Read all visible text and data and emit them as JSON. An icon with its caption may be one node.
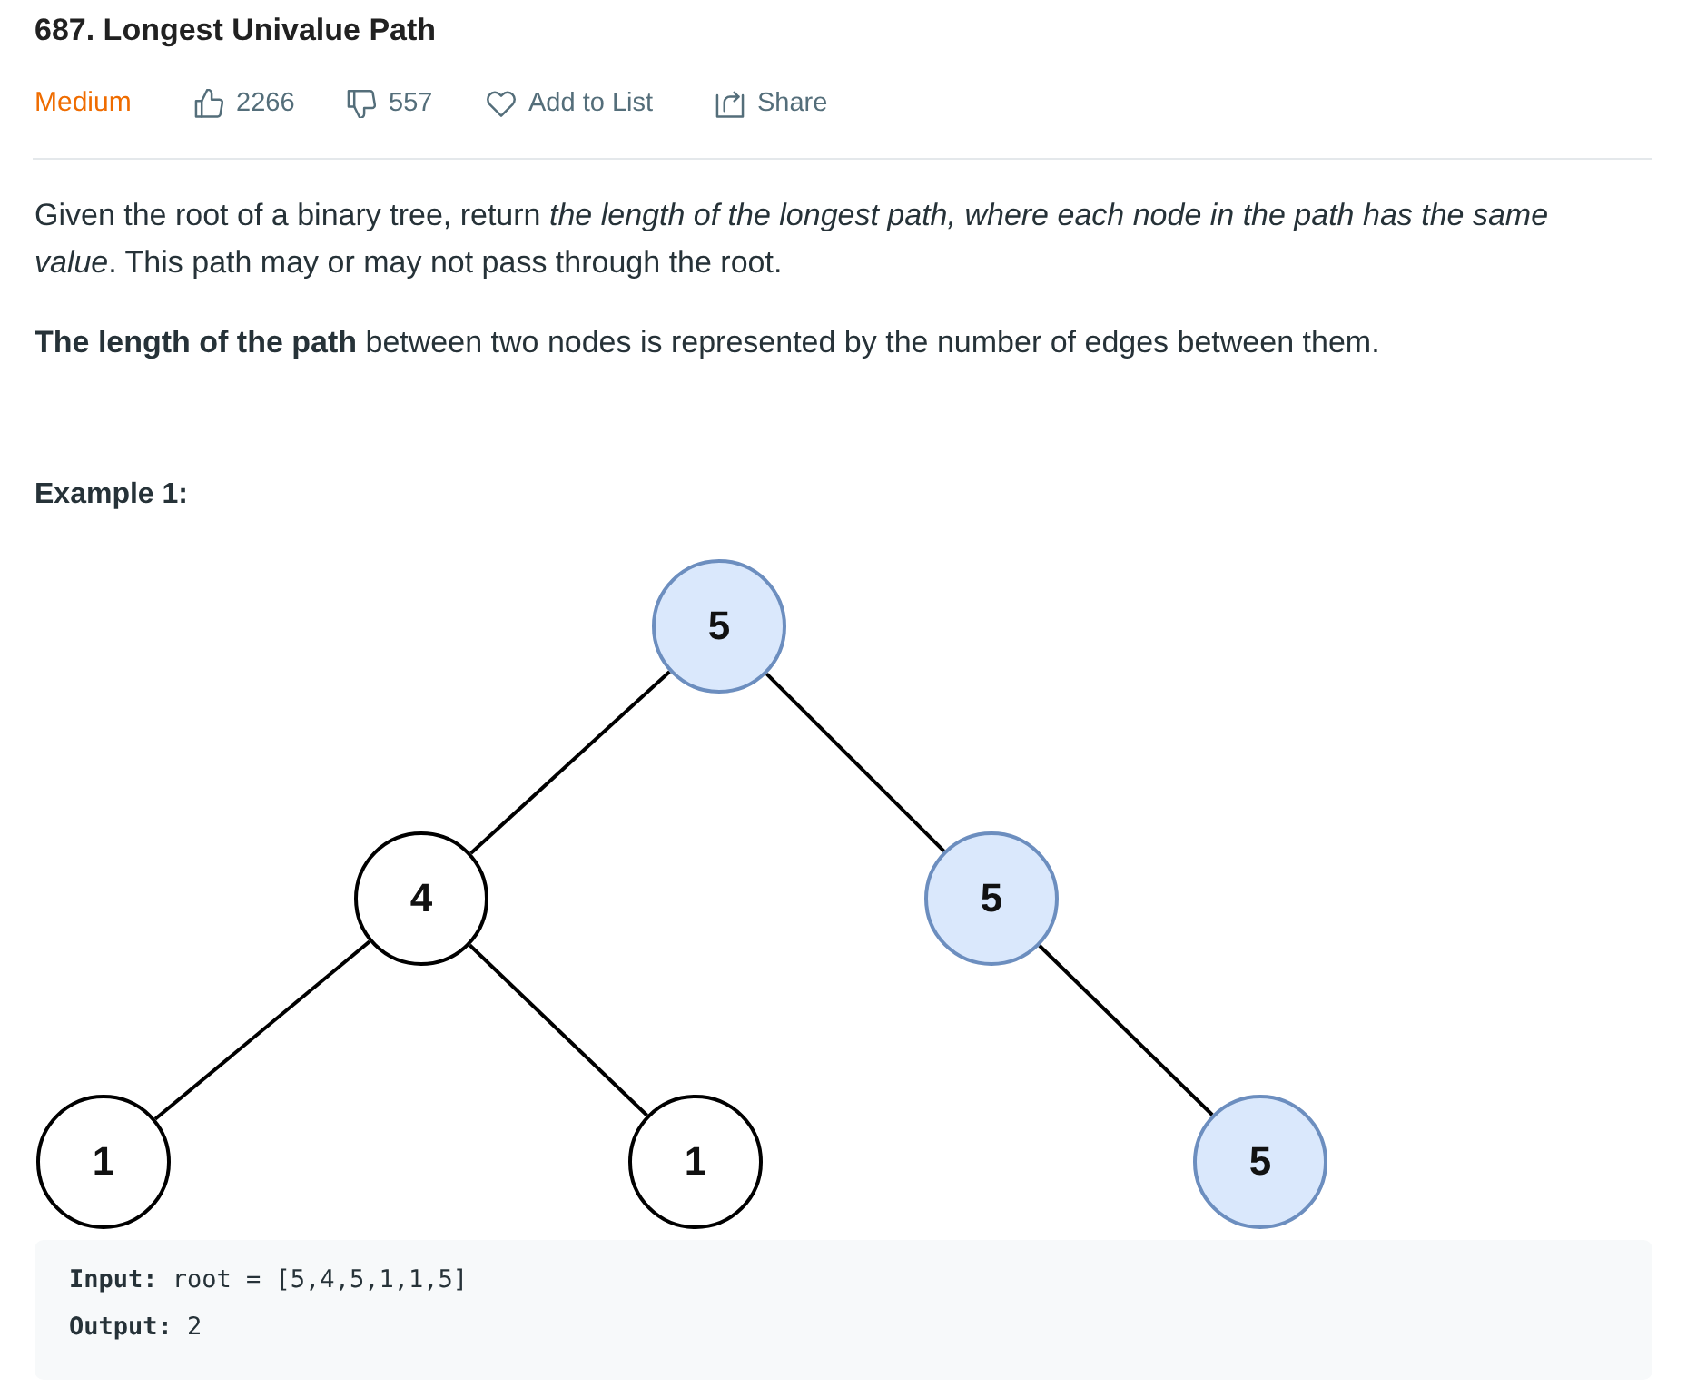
{
  "diagram": {
    "title": "687. Longest Univalue Path",
    "nodes": [
      {
        "text": [
          "5"
        ]
      },
      {
        "text": [
          "4"
        ]
      },
      {
        "text": [
          "5"
        ]
      },
      {
        "text": [
          "1"
        ]
      },
      {
        "text": [
          "1"
        ]
      },
      {
        "text": [
          "5"
        ]
      }
    ],
    "edges": [
      {
        "from": 0,
        "to": 1,
        "arrow": "none"
      },
      {
        "from": 0,
        "to": 2,
        "arrow": "none"
      },
      {
        "from": 1,
        "to": 3,
        "arrow": "none"
      },
      {
        "from": 1,
        "to": 4,
        "arrow": "none"
      },
      {
        "from": 2,
        "to": 5,
        "arrow": "none"
      }
    ],
    "labels": [
      "Medium",
      "2266",
      "557",
      "Add to List",
      "Share",
      "Given the root of a binary tree, return *the length of the longest path, where each node in the path has the same value*. This path may or may not pass through the root.",
      "**The length of the path** between two nodes is represented by the number of edges between them.",
      "Example 1:",
      "**Input:** root = [5,4,5,1,1,5]",
      "**Output:** 2"
    ]
  }
}
